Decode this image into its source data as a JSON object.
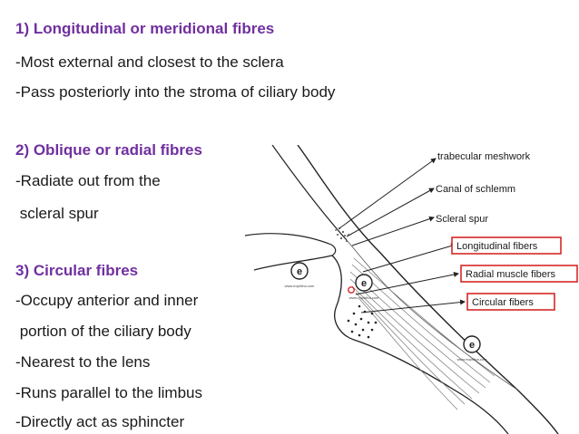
{
  "text": {
    "h1": "1) Longitudinal or meridional fibres",
    "l1": "-Most external and closest to the sclera",
    "l2": "-Pass posteriorly into the stroma of ciliary body",
    "h2": "2) Oblique or radial fibres",
    "l3": "-Radiate out from the",
    "l4": " scleral spur",
    "h3": "3) Circular fibres",
    "l5": "-Occupy anterior and inner",
    "l6": " portion of the ciliary body",
    "l7": "-Nearest  to the lens",
    "l8": "-Runs parallel to the limbus",
    "l9": "-Directly act as sphincter"
  },
  "figure": {
    "labels": {
      "trabecular": "trabecular meshwork",
      "schlemm": "Canal of schlemm",
      "spur": "Scleral spur",
      "longitudinal": "Longitudinal fibers",
      "radial": "Radial muscle fibers",
      "circular": "Circular fibers"
    },
    "watermark": "www.eophtha.com",
    "colors": {
      "heading": "#7030a0",
      "box_outline": "#d62828"
    }
  }
}
